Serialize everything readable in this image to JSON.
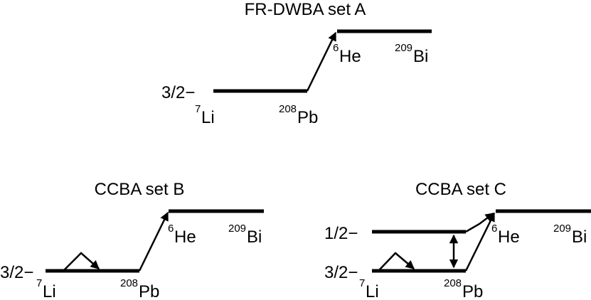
{
  "panels": {
    "a": {
      "title": "FR-DWBA set A",
      "spin_lower": "3/2−",
      "li_mass": "7",
      "li_symbol": "Li",
      "pb_mass": "208",
      "pb_symbol": "Pb",
      "he_mass": "6",
      "he_symbol": "He",
      "bi_mass": "209",
      "bi_symbol": "Bi"
    },
    "b": {
      "title": "CCBA set B",
      "spin_lower": "3/2−",
      "li_mass": "7",
      "li_symbol": "Li",
      "pb_mass": "208",
      "pb_symbol": "Pb",
      "he_mass": "6",
      "he_symbol": "He",
      "bi_mass": "209",
      "bi_symbol": "Bi"
    },
    "c": {
      "title": "CCBA set C",
      "spin_upper": "1/2−",
      "spin_lower": "3/2−",
      "li_mass": "7",
      "li_symbol": "Li",
      "pb_mass": "208",
      "pb_symbol": "Pb",
      "he_mass": "6",
      "he_symbol": "He",
      "bi_mass": "209",
      "bi_symbol": "Bi"
    }
  }
}
